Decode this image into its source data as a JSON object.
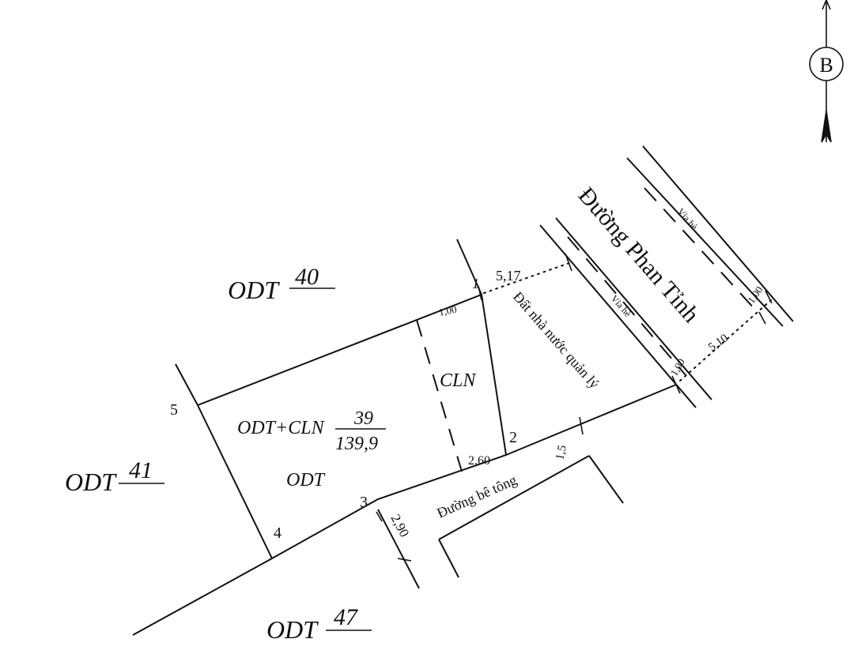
{
  "compass": {
    "letter": "B"
  },
  "parcels": {
    "north": {
      "code": "ODT",
      "number": "40"
    },
    "west": {
      "code": "ODT",
      "number": "41"
    },
    "south": {
      "code": "ODT",
      "number": "47"
    }
  },
  "main_parcel": {
    "label": "ODT+CLN",
    "number": "39",
    "area": "139,9",
    "zone_odt": "ODT",
    "zone_cln": "CLN"
  },
  "points": {
    "p1": "1",
    "p2": "2",
    "p3": "3",
    "p4": "4",
    "p5": "5"
  },
  "dimensions": {
    "d1": "5,17",
    "d2": "1,00",
    "d3": "2.60",
    "d4": "1,00",
    "d5": "5,10",
    "d6": "1,00",
    "d7": "1,5",
    "d8": "2,90"
  },
  "labels": {
    "road_name": "Đường Phan Tỉnh",
    "sidewalk_1": "Vỉa hè",
    "sidewalk_2": "Vỉa hè",
    "state_land": "Đất nhà nước quản lý",
    "concrete_road": "Đường bê tông"
  }
}
